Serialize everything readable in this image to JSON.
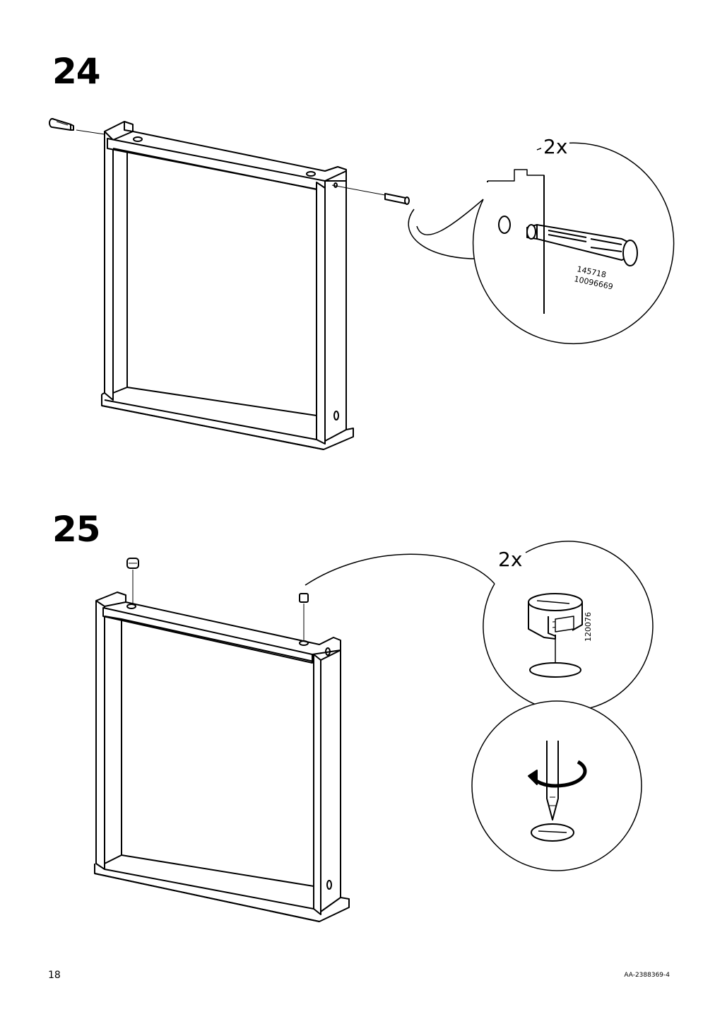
{
  "steps": [
    {
      "number": "24",
      "detail": {
        "quantity": "2x",
        "part_numbers": [
          "145718",
          "10096669"
        ]
      }
    },
    {
      "number": "25",
      "detail": {
        "quantity": "2x",
        "part_numbers": [
          "120076"
        ]
      }
    }
  ],
  "footer": {
    "page_number": "18",
    "document_id": "AA-2388369-4"
  }
}
